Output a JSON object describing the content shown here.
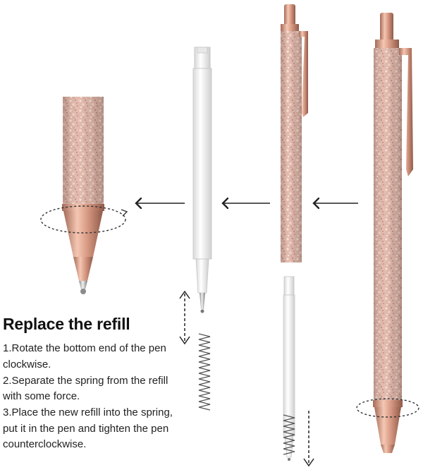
{
  "heading": "Replace the refill",
  "steps": [
    "1.Rotate the bottom end of the pen clockwise.",
    "2.Separate the spring from the refill with some force.",
    "3.Place the new refill into the spring, put it in the pen and tighten the pen counterclockwise."
  ],
  "colors": {
    "glitter_base": "#e2b4a6",
    "glitter_dark": "#b9877a",
    "glitter_light": "#f7ded4",
    "rose_gold": "#d89a84",
    "rose_gold_dark": "#a56a58",
    "refill_white": "#f2f2f2",
    "arrow": "#222222"
  },
  "icons": [
    "left-arrow-icon",
    "double-arrow-icon",
    "down-arrow-icon",
    "rotate-dashed-ellipse-icon"
  ]
}
